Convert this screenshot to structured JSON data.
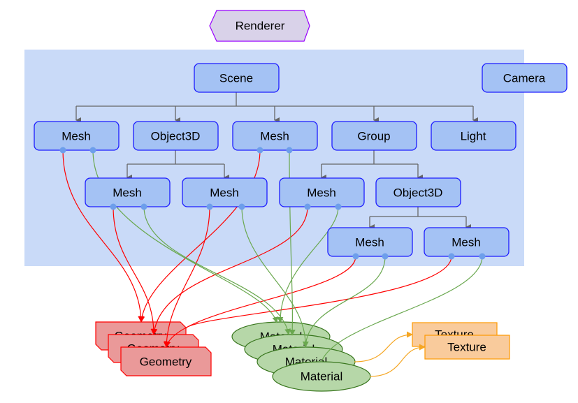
{
  "colors": {
    "scene_bg": "#c9daf8",
    "node_fill": "#a4c2f4",
    "node_stroke": "#1c1cff",
    "dot": "#6d9eeb",
    "renderer_fill": "#d9d2e9",
    "renderer_stroke": "#9900ff",
    "geometry_fill": "#ea9999",
    "geometry_stroke": "#ff0000",
    "material_fill": "#b6d7a8",
    "material_stroke": "#38761d",
    "texture_fill": "#f9cb9c",
    "texture_stroke": "#ff9900",
    "tree_line": "#666666",
    "geometry_link": "#ff0000",
    "material_link": "#6aa84f",
    "texture_link": "#f5a623"
  },
  "renderer": {
    "label": "Renderer"
  },
  "camera": {
    "label": "Camera"
  },
  "scene_graph": {
    "root": {
      "label": "Scene"
    },
    "level1": [
      {
        "label": "Mesh"
      },
      {
        "label": "Object3D"
      },
      {
        "label": "Mesh"
      },
      {
        "label": "Group"
      },
      {
        "label": "Light"
      }
    ],
    "level2": [
      {
        "label": "Mesh",
        "parent": "Object3D"
      },
      {
        "label": "Mesh",
        "parent": "Object3D"
      },
      {
        "label": "Mesh",
        "parent": "Group"
      },
      {
        "label": "Object3D",
        "parent": "Group"
      }
    ],
    "level3": [
      {
        "label": "Mesh",
        "parent": "Object3D"
      },
      {
        "label": "Mesh",
        "parent": "Object3D"
      }
    ]
  },
  "geometries": [
    {
      "label": "Geometry"
    },
    {
      "label": "Geometry"
    },
    {
      "label": "Geometry"
    }
  ],
  "materials": [
    {
      "label": "Material"
    },
    {
      "label": "Material"
    },
    {
      "label": "Material"
    },
    {
      "label": "Material"
    }
  ],
  "textures": [
    {
      "label": "Texture"
    },
    {
      "label": "Texture"
    }
  ]
}
